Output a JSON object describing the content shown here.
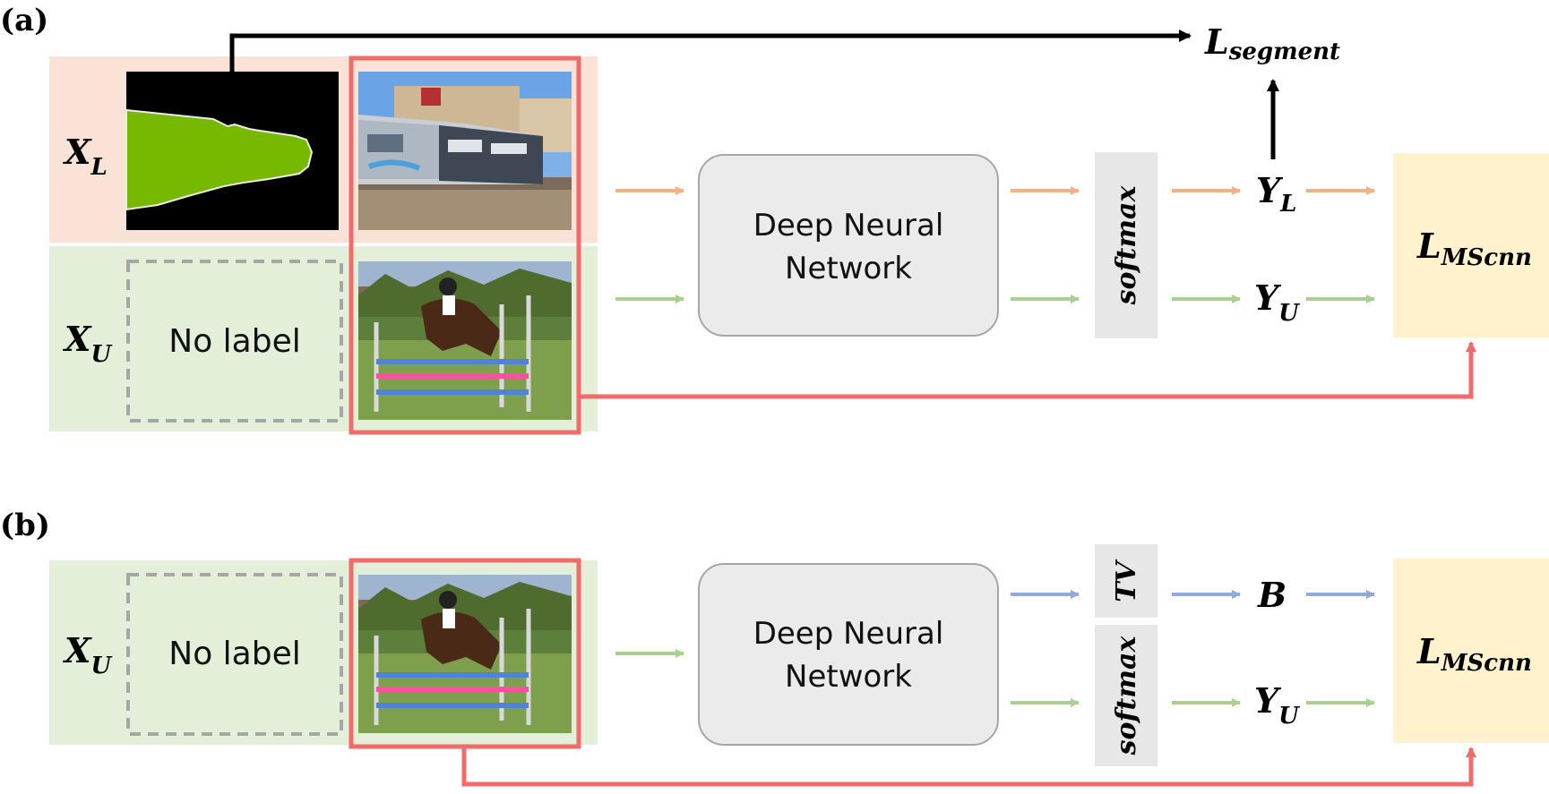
{
  "panels": {
    "a": {
      "label": "(a)",
      "labeled_row_symbol": "X",
      "labeled_row_subscript": "L",
      "unlabeled_row_symbol": "X",
      "unlabeled_row_subscript": "U",
      "no_label_text": "No label",
      "network_line1": "Deep Neural",
      "network_line2": "Network",
      "op": "softmax",
      "output_l_symbol": "Y",
      "output_l_subscript": "L",
      "output_u_symbol": "Y",
      "output_u_subscript": "U",
      "loss_segment_symbol": "L",
      "loss_segment_subscript": "segment",
      "loss_ms_symbol": "L",
      "loss_ms_subscript": "MScnn"
    },
    "b": {
      "label": "(b)",
      "unlabeled_row_symbol": "X",
      "unlabeled_row_subscript": "U",
      "no_label_text": "No label",
      "network_line1": "Deep Neural",
      "network_line2": "Network",
      "op_top": "TV",
      "op_bottom": "softmax",
      "output_b_symbol": "B",
      "output_u_symbol": "Y",
      "output_u_subscript": "U",
      "loss_ms_symbol": "L",
      "loss_ms_subscript": "MScnn"
    }
  },
  "colors": {
    "labeled_bg": "#fbe2d6",
    "unlabeled_bg": "#e3efd9",
    "network_box": "#ebebeb",
    "op_box": "#e7e7e7",
    "loss_box": "#fff2cc",
    "arrow_labeled": "#f4b183",
    "arrow_unlabeled": "#a9d18e",
    "arrow_tv": "#8faadc",
    "highlight": "#f26b6b",
    "mask_green": "#76b900"
  }
}
